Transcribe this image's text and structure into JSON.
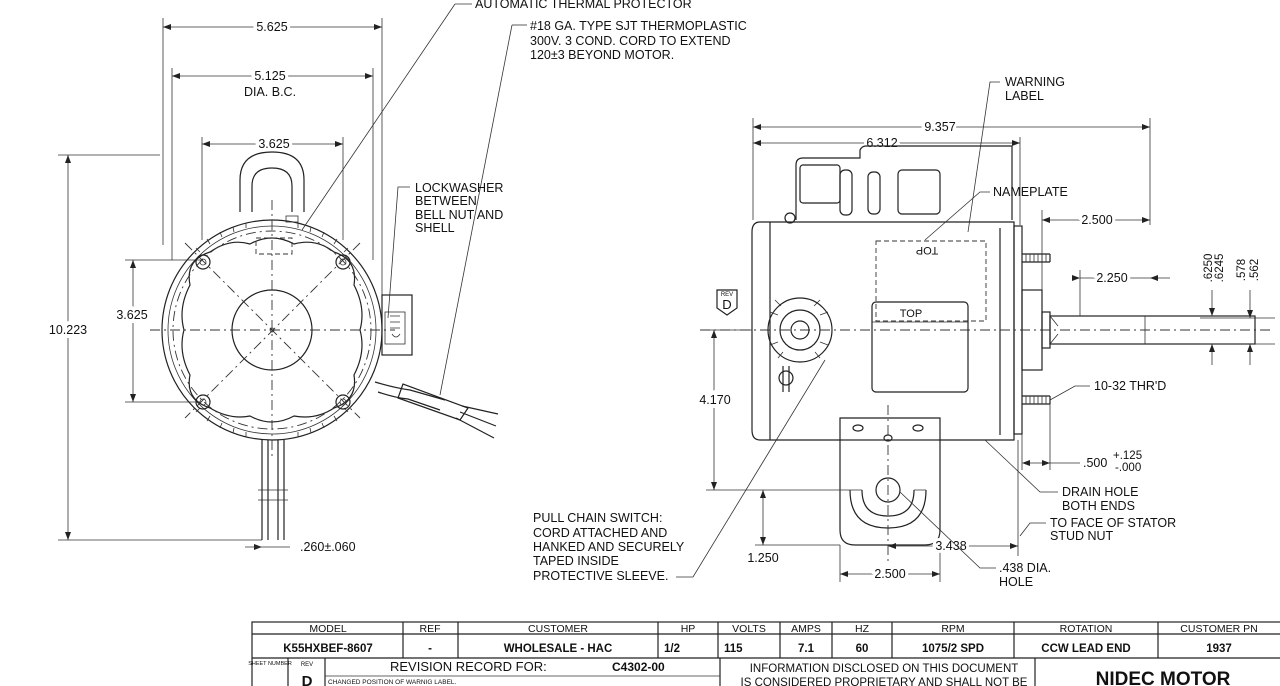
{
  "left_view": {
    "dims": {
      "w_5625": "5.625",
      "w_5125": "5.125",
      "dia_bc": "DIA. B.C.",
      "w_3625": "3.625",
      "h_3625": "3.625",
      "h_10223": "10.223",
      "cord_tol": ".260±.060"
    },
    "notes": {
      "thermal": "AUTOMATIC THERMAL PROTECTOR",
      "cord": [
        "#18 GA. TYPE SJT THERMOPLASTIC",
        "300V. 3 COND. CORD TO EXTEND",
        "120±3 BEYOND MOTOR."
      ],
      "lockwasher": [
        "LOCKWASHER",
        "BETWEEN",
        "BELL NUT AND",
        "SHELL"
      ],
      "pull_chain": [
        "PULL CHAIN SWITCH:",
        "CORD ATTACHED AND",
        "HANKED AND SECURELY",
        "TAPED INSIDE",
        "PROTECTIVE SLEEVE."
      ]
    }
  },
  "right_view": {
    "dims": {
      "d_9357": "9.357",
      "d_6312": "6.312",
      "d_2500_top": "2.500",
      "d_2250": "2.250",
      "d_6250": ".6250",
      "d_6245": ".6245",
      "d_578": ".578",
      "d_562": ".562",
      "d_4170": "4.170",
      "d_1250": "1.250",
      "d_2500_bot": "2.500",
      "d_3438": "3.438",
      "d_500": ".500",
      "tol_plus": "+.125",
      "tol_minus": "-.000"
    },
    "notes": {
      "warning": [
        "WARNING",
        "LABEL"
      ],
      "nameplate": "NAMEPLATE",
      "thread": "10-32 THR'D",
      "drain": [
        "DRAIN HOLE",
        "BOTH ENDS"
      ],
      "stator": [
        "TO FACE OF STATOR",
        "STUD NUT"
      ],
      "hole": [
        ".438 DIA.",
        "HOLE"
      ],
      "top_dashed": "TOP",
      "top_label": "TOP",
      "rev_small": "REV",
      "rev_letter": "D"
    }
  },
  "title_block": {
    "headers": [
      "MODEL",
      "REF",
      "CUSTOMER",
      "HP",
      "VOLTS",
      "AMPS",
      "HZ",
      "RPM",
      "ROTATION",
      "CUSTOMER PN"
    ],
    "values": [
      "K55HXBEF-8607",
      "-",
      "WHOLESALE - HAC",
      "1/2",
      "115",
      "7.1",
      "60",
      "1075/2 SPD",
      "CCW LEAD END",
      "1937"
    ],
    "sheet_number": "SHEET NUMBER",
    "rev": "REV",
    "rev_letter": "D",
    "revision_record_for": "REVISION RECORD FOR:",
    "record_id": "C4302-00",
    "change_note": "CHANGED POSITION OF WARNIG LABEL.",
    "info_line1": "INFORMATION DISCLOSED ON THIS DOCUMENT",
    "info_line2": "IS CONSIDERED PROPRIETARY AND SHALL NOT BE",
    "company": "NIDEC MOTOR"
  }
}
